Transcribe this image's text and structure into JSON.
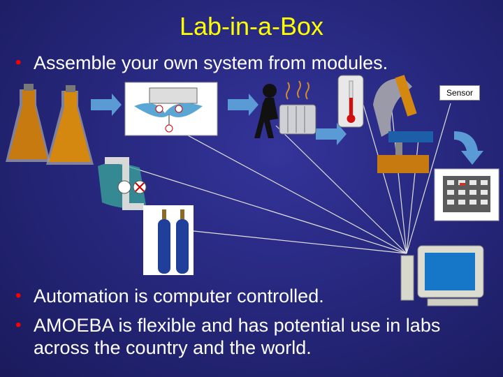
{
  "slide": {
    "title": "Lab-in-a-Box",
    "bullets": [
      "Assemble your own system from modules.",
      "Automation is computer controlled.",
      "AMOEBA is flexible and has potential use in labs across the country and the world."
    ],
    "sensor_label": "Sensor"
  },
  "colors": {
    "background": "#27287e",
    "title": "#ffff00",
    "text": "#ffffff",
    "bullet": "#ff0000",
    "arrow": "#5b9bd5",
    "line": "#dcdcdc"
  },
  "icons": [
    "flask-icon",
    "pump-icon",
    "person-heater-icon",
    "thermometer-icon",
    "microscope-icon",
    "chip-icon",
    "valve-icon",
    "gas-tank-icon",
    "computer-icon"
  ]
}
